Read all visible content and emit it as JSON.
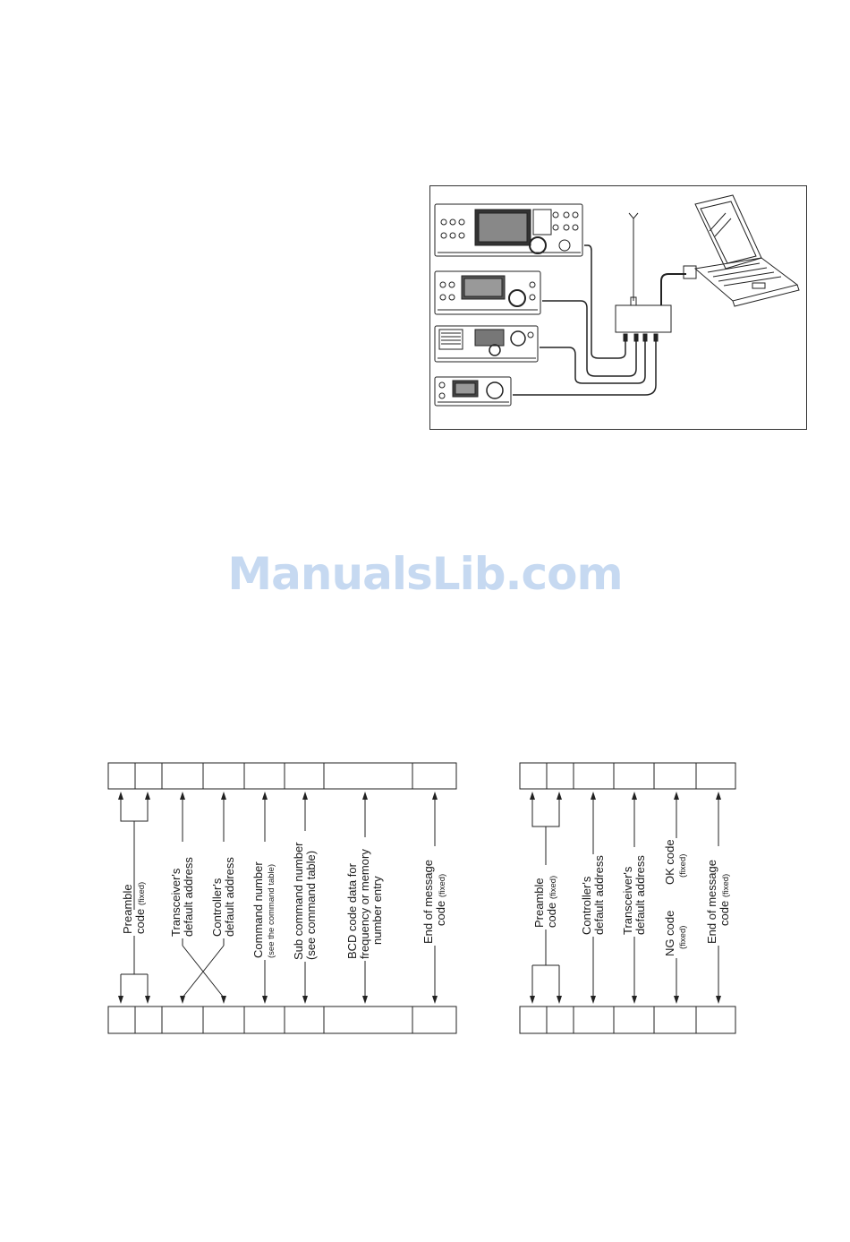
{
  "watermark": "ManualsLib.com",
  "command_frame": {
    "labels": [
      {
        "line1": "Preamble",
        "line2": "code",
        "note": "(fixed)"
      },
      {
        "line1": "Transceiver's",
        "line2": "default address"
      },
      {
        "line1": "Controller's",
        "line2": "default address"
      },
      {
        "line1": "Command number",
        "note": "(see the command table)"
      },
      {
        "line1": "Sub command number",
        "line2": "(see command table)"
      },
      {
        "line1": "BCD code data for",
        "line2": "frequency or memory",
        "line3": "number entry"
      },
      {
        "line1": "End of message",
        "line2": "code",
        "note": "(fixed)"
      }
    ]
  },
  "reply_frame": {
    "labels": [
      {
        "line1": "Preamble",
        "line2": "code",
        "note": "(fixed)"
      },
      {
        "line1": "Controller's",
        "line2": "default address"
      },
      {
        "line1": "Transceiver's",
        "line2": "default address"
      },
      {
        "line1": "NG code",
        "note": "(fixed)"
      },
      {
        "line1": "OK code",
        "note": "(fixed)"
      },
      {
        "line1": "End of message",
        "line2": "code",
        "note": "(fixed)"
      }
    ]
  }
}
